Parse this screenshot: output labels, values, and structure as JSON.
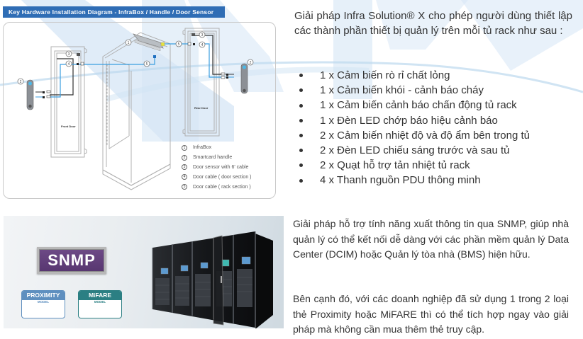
{
  "diagram": {
    "title": "Key  Hardware  Installation  Diagram  -  InfraBox  /  Handle  /  Door Sensor",
    "front_door_label": "Front Door",
    "rear_door_label": "Rear Door",
    "callouts": [
      "1",
      "2",
      "3",
      "4",
      "5"
    ],
    "legend": [
      {
        "num": "1",
        "label": "InfraBox"
      },
      {
        "num": "2",
        "label": "Smartcard handle"
      },
      {
        "num": "3",
        "label": "Door sensor with 6' cable"
      },
      {
        "num": "4",
        "label": "Door cable ( door section )"
      },
      {
        "num": "5",
        "label": "Door cable ( rack section )"
      }
    ],
    "colors": {
      "cable_blue": "#3b9ee0",
      "cable_black": "#333333",
      "infrabox_yellow": "#e8e23a",
      "title_bg": "#2f6db5"
    }
  },
  "intro": {
    "text": "Giải pháp Infra Solution® X cho phép người dùng thiết lập các thành phần thiết bị quản lý trên mỗi tủ rack như sau :"
  },
  "features": [
    "1 x Cảm biến rò rỉ chất lỏng",
    "1 x Cảm biến khói - cảnh báo cháy",
    "1 x Cảm biến cảnh báo chấn động tủ rack",
    "1 x Đèn LED chớp báo hiệu cảnh báo",
    "2 x Cảm biến nhiệt độ và độ ẩm bên trong tủ",
    "2 x Đèn LED chiếu sáng trước và sau tủ",
    "2 x Quạt hỗ trợ tản nhiệt tủ rack",
    "4 x Thanh nguồn PDU thông minh"
  ],
  "photo": {
    "snmp_label": "SNMP",
    "cards": [
      {
        "title": "PROXIMITY",
        "subtitle": "MODEL",
        "color": "#5e8fbf"
      },
      {
        "title": "MiFARE",
        "subtitle": "MODEL",
        "color": "#2b7f83"
      }
    ]
  },
  "snmp_paragraph": "Giải pháp hỗ trợ tính năng xuất thông tin qua SNMP, giúp nhà quản lý có thể kết nối dễ dàng với các phần mềm quản lý Data Center (DCIM) hoặc Quản lý tòa nhà (BMS) hiện hữu.",
  "card_paragraph": "Bên cạnh đó, với các doanh nghiệp đã sử dụng 1 trong 2 loại thẻ Proximity hoặc MiFARE thì có thể tích hợp ngay vào giải pháp mà không cần mua thêm thẻ truy cập."
}
